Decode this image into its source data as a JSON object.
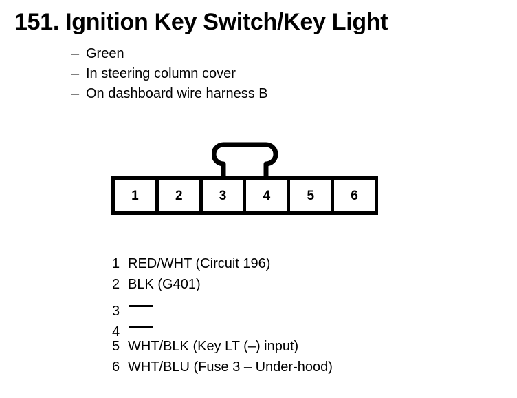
{
  "document": {
    "title": "151. Ignition Key Switch/Key Light",
    "item_number": "151.",
    "name": "Ignition Key Switch/Key Light"
  },
  "attributes": [
    {
      "dash": "–",
      "text": "Green"
    },
    {
      "dash": "–",
      "text": "In steering column cover"
    },
    {
      "dash": "–",
      "text": "On dashboard wire harness B"
    }
  ],
  "connector": {
    "cavity_count": 6,
    "latch_position": "top-center-between-pins-3-and-4",
    "pins": [
      {
        "number": "1"
      },
      {
        "number": "2"
      },
      {
        "number": "3"
      },
      {
        "number": "4"
      },
      {
        "number": "5"
      },
      {
        "number": "6"
      }
    ]
  },
  "pinout": [
    {
      "number": "1",
      "label": "RED/WHT (Circuit 196)",
      "unused": false
    },
    {
      "number": "2",
      "label": "BLK (G401)",
      "unused": false
    },
    {
      "number": "3",
      "label": "—",
      "unused": true
    },
    {
      "number": "4",
      "label": "—",
      "unused": true
    },
    {
      "number": "5",
      "label": "WHT/BLK (Key LT (–) input)",
      "unused": false
    },
    {
      "number": "6",
      "label": "WHT/BLU (Fuse 3 – Under-hood)",
      "unused": false
    }
  ],
  "colors": {
    "ink": "#000000",
    "background": "#ffffff"
  }
}
